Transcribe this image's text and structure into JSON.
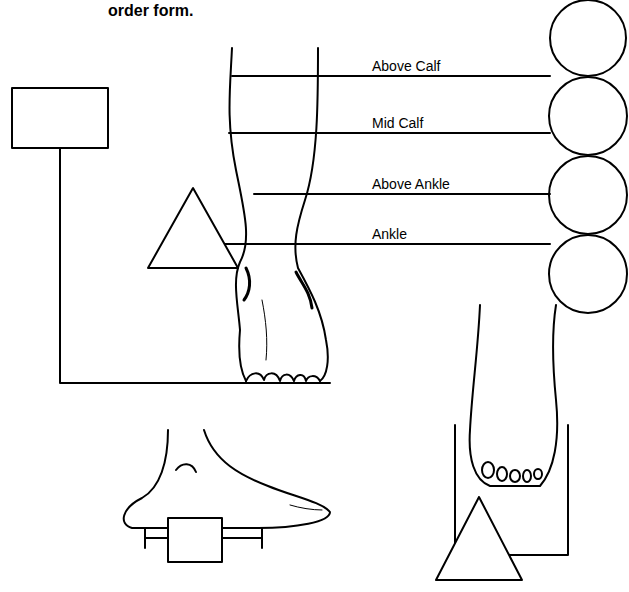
{
  "diagram": {
    "labels": [
      "order form.",
      "Above Calf",
      "Mid Calf",
      "Above Ankle",
      "Ankle"
    ]
  }
}
